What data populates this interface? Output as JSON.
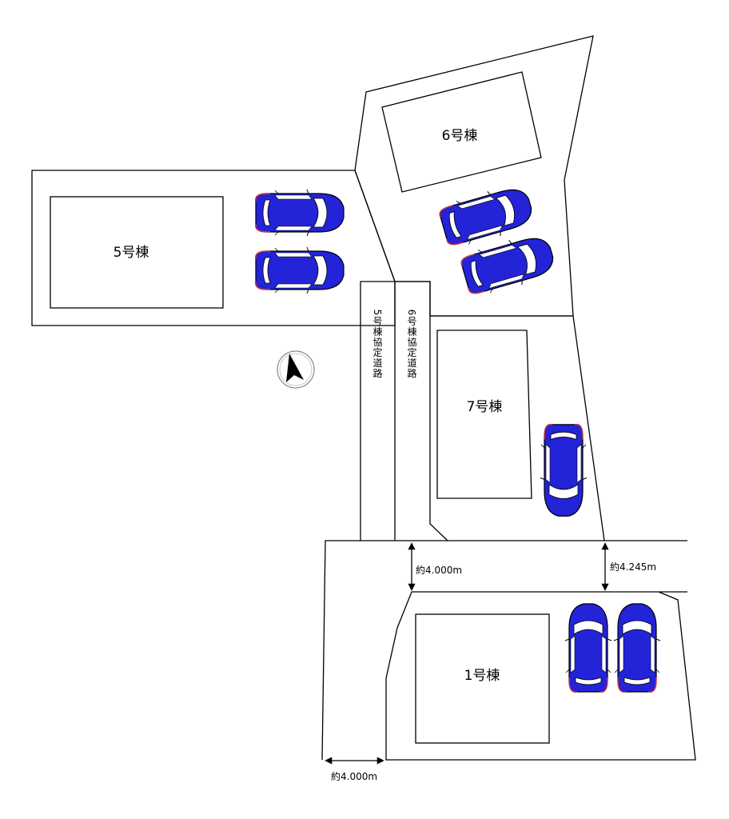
{
  "buildings": {
    "b5": "5号棟",
    "b6": "6号棟",
    "b7": "7号棟",
    "b1": "1号棟"
  },
  "roads": {
    "road5": "5号棟協定道路",
    "road6": "6号棟協定道路"
  },
  "dimensions": {
    "road_width_left": "約4.000m",
    "road_width_right": "約4.245m",
    "bottom_width": "約4.000m"
  },
  "colors": {
    "car_body": "#2323d8",
    "car_window": "#ffffff",
    "car_outline": "#000000",
    "car_accent": "#d43a3a"
  },
  "icons": {
    "compass": "north-arrow-icon",
    "car": "car-icon"
  }
}
